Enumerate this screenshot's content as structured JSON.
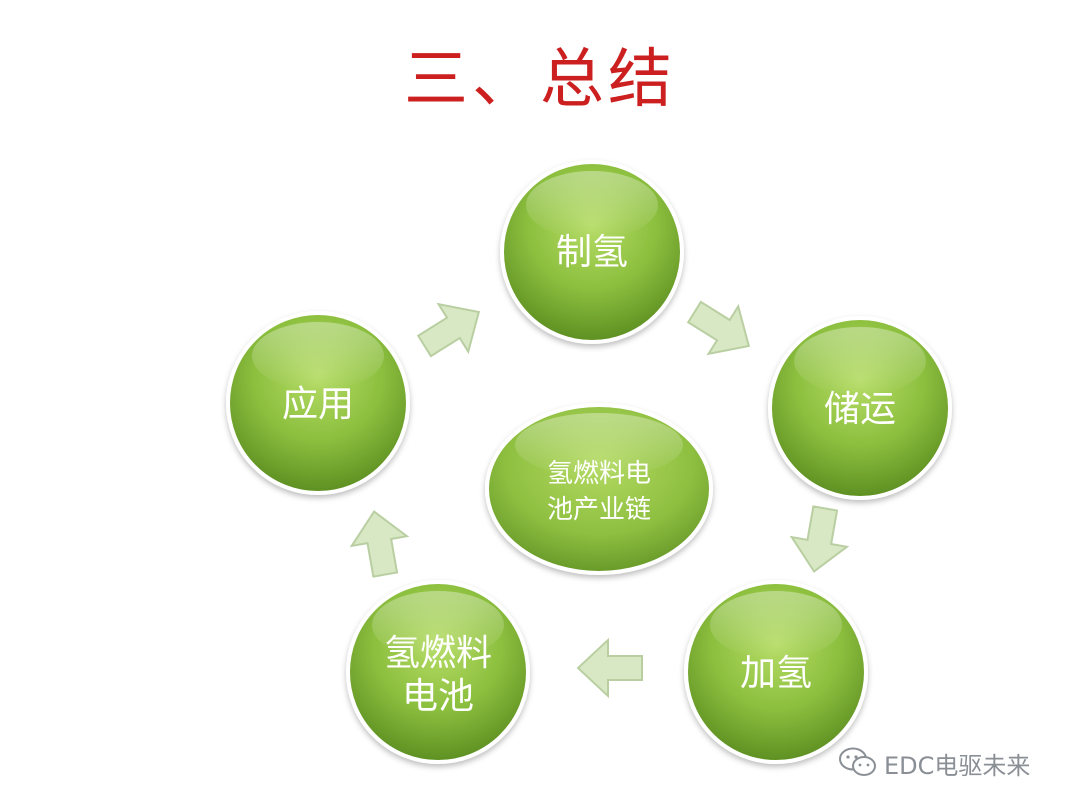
{
  "title": "三、总结",
  "center": {
    "line1": "氢燃料电",
    "line2": "池产业链"
  },
  "nodes": {
    "production": "制氢",
    "storage": "储运",
    "refueling": "加氢",
    "fuelcell": {
      "line1": "氢燃料",
      "line2": "电池"
    },
    "application": "应用"
  },
  "watermark": "EDC电驱未来",
  "colors": {
    "title": "#cc1f1f",
    "node_light": "#a9d45a",
    "node_dark": "#4f7a1a",
    "arrow_fill": "#d8e8c4",
    "arrow_stroke": "#b9cfa2"
  }
}
